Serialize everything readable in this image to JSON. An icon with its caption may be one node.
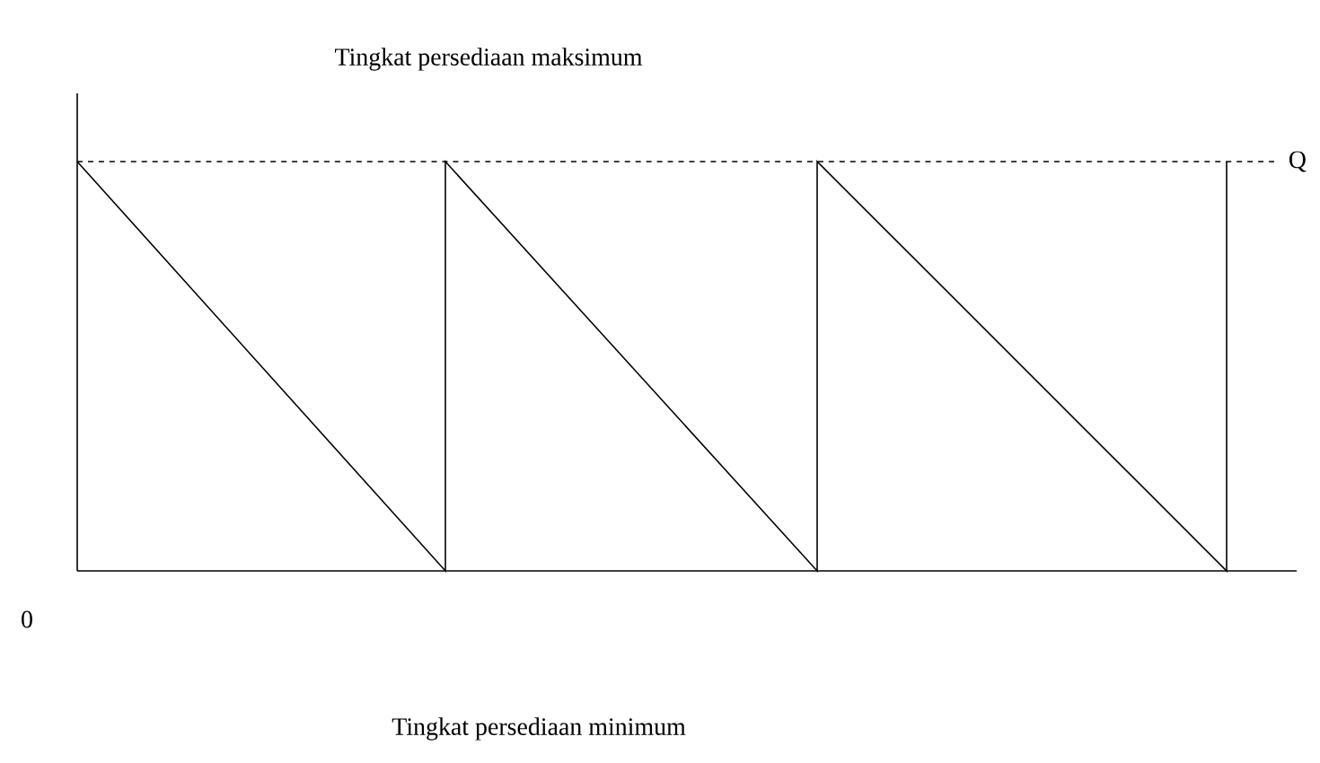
{
  "diagram": {
    "labels": [
      "Tingkat persediaan maksimum",
      "Q",
      "0",
      "Tingkat persediaan minimum"
    ]
  }
}
